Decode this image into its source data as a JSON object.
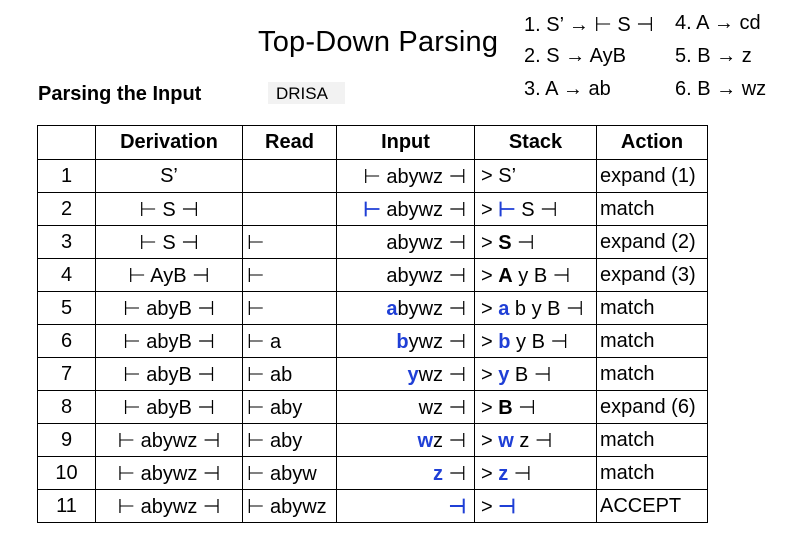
{
  "title": "Top-Down Parsing",
  "subtitle": "Parsing the Input",
  "tag": "DRISA",
  "grammar": [
    "1. S’ → ⊢ S ⊣",
    "2. S → AyB",
    "3. A → ab",
    "4. A → cd",
    "5. B → z",
    "6. B → wz"
  ],
  "columns": [
    "",
    "Derivation",
    "Read",
    "Input",
    "Stack",
    "Action"
  ],
  "colors": {
    "highlight": "#1f3fd6"
  },
  "rows": [
    {
      "n": "1",
      "derivation": "S’",
      "read": "",
      "input": [
        {
          "t": "⊢ abywz ⊣",
          "s": ""
        }
      ],
      "stack": [
        {
          "t": "> S’",
          "s": ""
        }
      ],
      "action": "expand (1)"
    },
    {
      "n": "2",
      "derivation": "⊢ S ⊣",
      "read": "",
      "input": [
        {
          "t": "⊢",
          "s": "blue"
        },
        {
          "t": " abywz ⊣",
          "s": ""
        }
      ],
      "stack": [
        {
          "t": "> ",
          "s": ""
        },
        {
          "t": "⊢",
          "s": "blue"
        },
        {
          "t": " S ⊣",
          "s": ""
        }
      ],
      "action": "match"
    },
    {
      "n": "3",
      "derivation": "⊢ S ⊣",
      "read": "⊢",
      "input": [
        {
          "t": "abywz ⊣",
          "s": ""
        }
      ],
      "stack": [
        {
          "t": "> ",
          "s": ""
        },
        {
          "t": "S",
          "s": "b"
        },
        {
          "t": " ⊣",
          "s": ""
        }
      ],
      "action": "expand (2)"
    },
    {
      "n": "4",
      "derivation": "⊢ AyB ⊣",
      "read": "⊢",
      "input": [
        {
          "t": "abywz ⊣",
          "s": ""
        }
      ],
      "stack": [
        {
          "t": "> ",
          "s": ""
        },
        {
          "t": "A",
          "s": "b"
        },
        {
          "t": " y B ⊣",
          "s": ""
        }
      ],
      "action": "expand (3)"
    },
    {
      "n": "5",
      "derivation": "⊢ abyB ⊣",
      "read": "⊢",
      "input": [
        {
          "t": "a",
          "s": "blue"
        },
        {
          "t": "bywz ⊣",
          "s": ""
        }
      ],
      "stack": [
        {
          "t": "> ",
          "s": ""
        },
        {
          "t": "a",
          "s": "blue"
        },
        {
          "t": " b y B ⊣",
          "s": ""
        }
      ],
      "action": "match"
    },
    {
      "n": "6",
      "derivation": "⊢ abyB ⊣",
      "read": "⊢ a",
      "input": [
        {
          "t": "b",
          "s": "blue"
        },
        {
          "t": "ywz ⊣",
          "s": ""
        }
      ],
      "stack": [
        {
          "t": "> ",
          "s": ""
        },
        {
          "t": "b",
          "s": "blue"
        },
        {
          "t": " y B ⊣",
          "s": ""
        }
      ],
      "action": "match"
    },
    {
      "n": "7",
      "derivation": "⊢ abyB ⊣",
      "read": "⊢ ab",
      "input": [
        {
          "t": "y",
          "s": "blue"
        },
        {
          "t": "wz ⊣",
          "s": ""
        }
      ],
      "stack": [
        {
          "t": "> ",
          "s": ""
        },
        {
          "t": "y",
          "s": "blue"
        },
        {
          "t": " B ⊣",
          "s": ""
        }
      ],
      "action": "match"
    },
    {
      "n": "8",
      "derivation": "⊢ abyB ⊣",
      "read": "⊢ aby",
      "input": [
        {
          "t": "wz ⊣",
          "s": ""
        }
      ],
      "stack": [
        {
          "t": "> ",
          "s": ""
        },
        {
          "t": "B",
          "s": "b"
        },
        {
          "t": " ⊣",
          "s": ""
        }
      ],
      "action": "expand (6)"
    },
    {
      "n": "9",
      "derivation": "⊢ abywz ⊣",
      "read": "⊢ aby",
      "input": [
        {
          "t": "w",
          "s": "blue"
        },
        {
          "t": "z ⊣",
          "s": ""
        }
      ],
      "stack": [
        {
          "t": "> ",
          "s": ""
        },
        {
          "t": "w",
          "s": "blue"
        },
        {
          "t": " z ⊣",
          "s": ""
        }
      ],
      "action": "match"
    },
    {
      "n": "10",
      "derivation": "⊢ abywz ⊣",
      "read": "⊢ abyw",
      "input": [
        {
          "t": "z",
          "s": "blue"
        },
        {
          "t": " ⊣",
          "s": ""
        }
      ],
      "stack": [
        {
          "t": "> ",
          "s": ""
        },
        {
          "t": "z",
          "s": "blue"
        },
        {
          "t": " ⊣",
          "s": ""
        }
      ],
      "action": "match"
    },
    {
      "n": "11",
      "derivation": "⊢ abywz ⊣",
      "read": "⊢ abywz",
      "input": [
        {
          "t": "⊣",
          "s": "blue"
        }
      ],
      "stack": [
        {
          "t": "> ",
          "s": ""
        },
        {
          "t": "⊣",
          "s": "blue"
        }
      ],
      "action": "ACCEPT"
    }
  ]
}
